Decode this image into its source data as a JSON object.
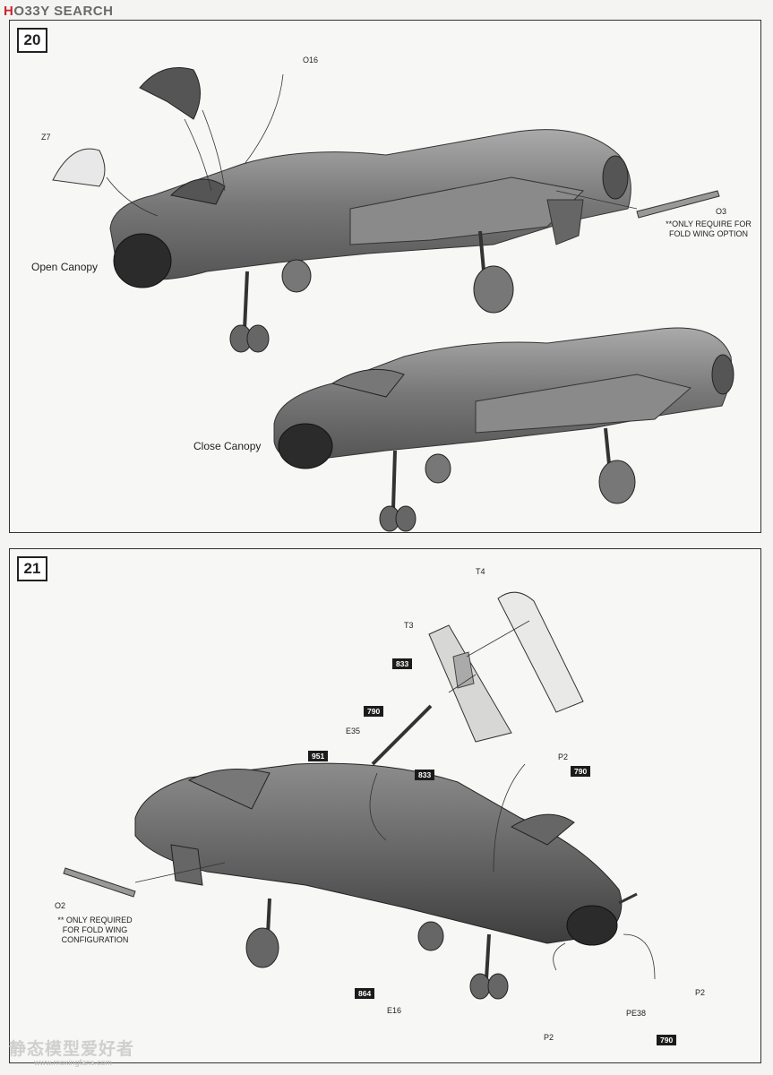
{
  "site": {
    "logo_left": "H",
    "logo_rest": "O33Y SEARCH"
  },
  "step20": {
    "number": "20",
    "labels": {
      "o16": "O16",
      "z7": "Z7",
      "o3": "O3",
      "only_require": "**ONLY REQUIRE FOR",
      "fold_wing_option": "FOLD WING OPTION",
      "open_canopy": "Open Canopy",
      "close_canopy": "Close Canopy"
    }
  },
  "step21": {
    "number": "21",
    "labels": {
      "t4": "T4",
      "t3": "T3",
      "e35": "E35",
      "p2_top": "P2",
      "o2": "O2",
      "only_required": "** ONLY REQUIRED",
      "for_fold_wing": "FOR FOLD WING",
      "configuration": "CONFIGURATION",
      "e16": "E16",
      "p2_right": "P2",
      "pe38": "PE38",
      "p2_bottom": "P2"
    },
    "paint_tags": {
      "t3_833": "833",
      "e35_790": "790",
      "tag_951": "951",
      "wing_833": "833",
      "p2_790": "790",
      "e16_864": "864",
      "bottom_790": "790"
    }
  },
  "watermark": {
    "cn": "静态模型爱好者",
    "url": "www.moxingfans.com"
  }
}
